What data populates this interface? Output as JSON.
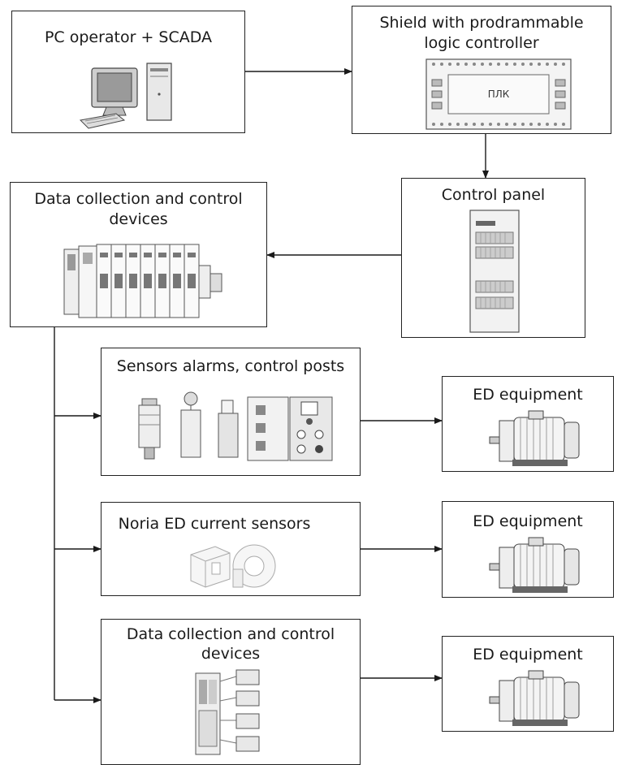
{
  "nodes": {
    "pc": {
      "label": "PC operator + SCADA",
      "icon": "computer-workstation-icon"
    },
    "plc": {
      "label_line1": "Shield with prodrammable",
      "label_line2": "logic controller",
      "device_text": "ПЛК",
      "icon": "plc-unit-icon"
    },
    "panel": {
      "label": "Control panel",
      "icon": "control-cabinet-icon"
    },
    "dcc_top": {
      "label_line1": "Data collection and control",
      "label_line2": "devices",
      "icon": "io-module-rack-icon"
    },
    "sensors": {
      "label": "Sensors alarms, control posts",
      "icon": "sensors-posts-icon"
    },
    "current": {
      "label": "Noria ED current sensors",
      "icon": "current-sensor-icon"
    },
    "dcc_bottom": {
      "label_line1": "Data collection and control",
      "label_line2": "devices",
      "icon": "io-modules-icon"
    },
    "ed1": {
      "label": "ED equipment",
      "icon": "electric-motor-icon"
    },
    "ed2": {
      "label": "ED equipment",
      "icon": "electric-motor-icon"
    },
    "ed3": {
      "label": "ED equipment",
      "icon": "electric-motor-icon"
    }
  }
}
